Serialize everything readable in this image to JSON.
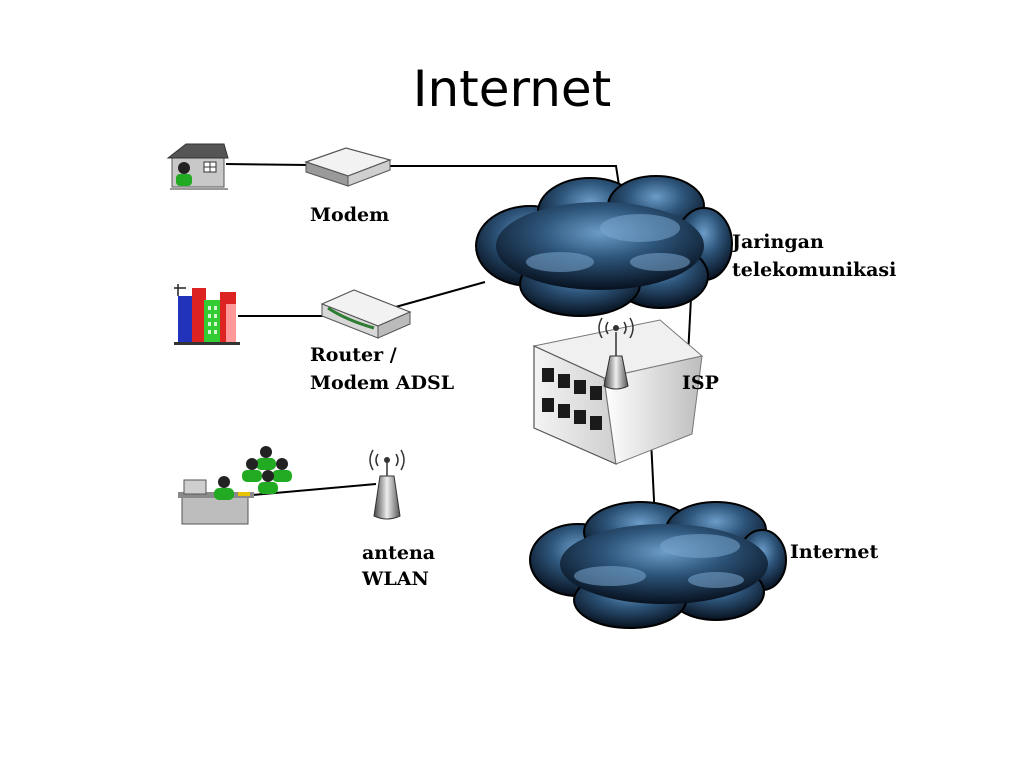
{
  "slide": {
    "title": "Internet"
  },
  "diagram": {
    "labels": {
      "modem": "Modem",
      "router_line1": "Router /",
      "router_line2": "Modem ADSL",
      "antenna_line1": "antena",
      "antenna_line2": "WLAN",
      "telecom_line1": "Jaringan",
      "telecom_line2": "telekomunikasi",
      "isp": "ISP",
      "internet": "Internet"
    },
    "colors": {
      "cloud_dark": "#0c1a2c",
      "cloud_mid": "#24496c",
      "cloud_light": "#5a8bb8",
      "person_green": "#22aa22",
      "line": "#000000"
    },
    "icons": [
      "house-icon",
      "modem-icon",
      "office-building-icon",
      "router-icon",
      "workgroup-icon",
      "wlan-antenna-icon",
      "isp-building-icon",
      "cloud-icon"
    ]
  }
}
